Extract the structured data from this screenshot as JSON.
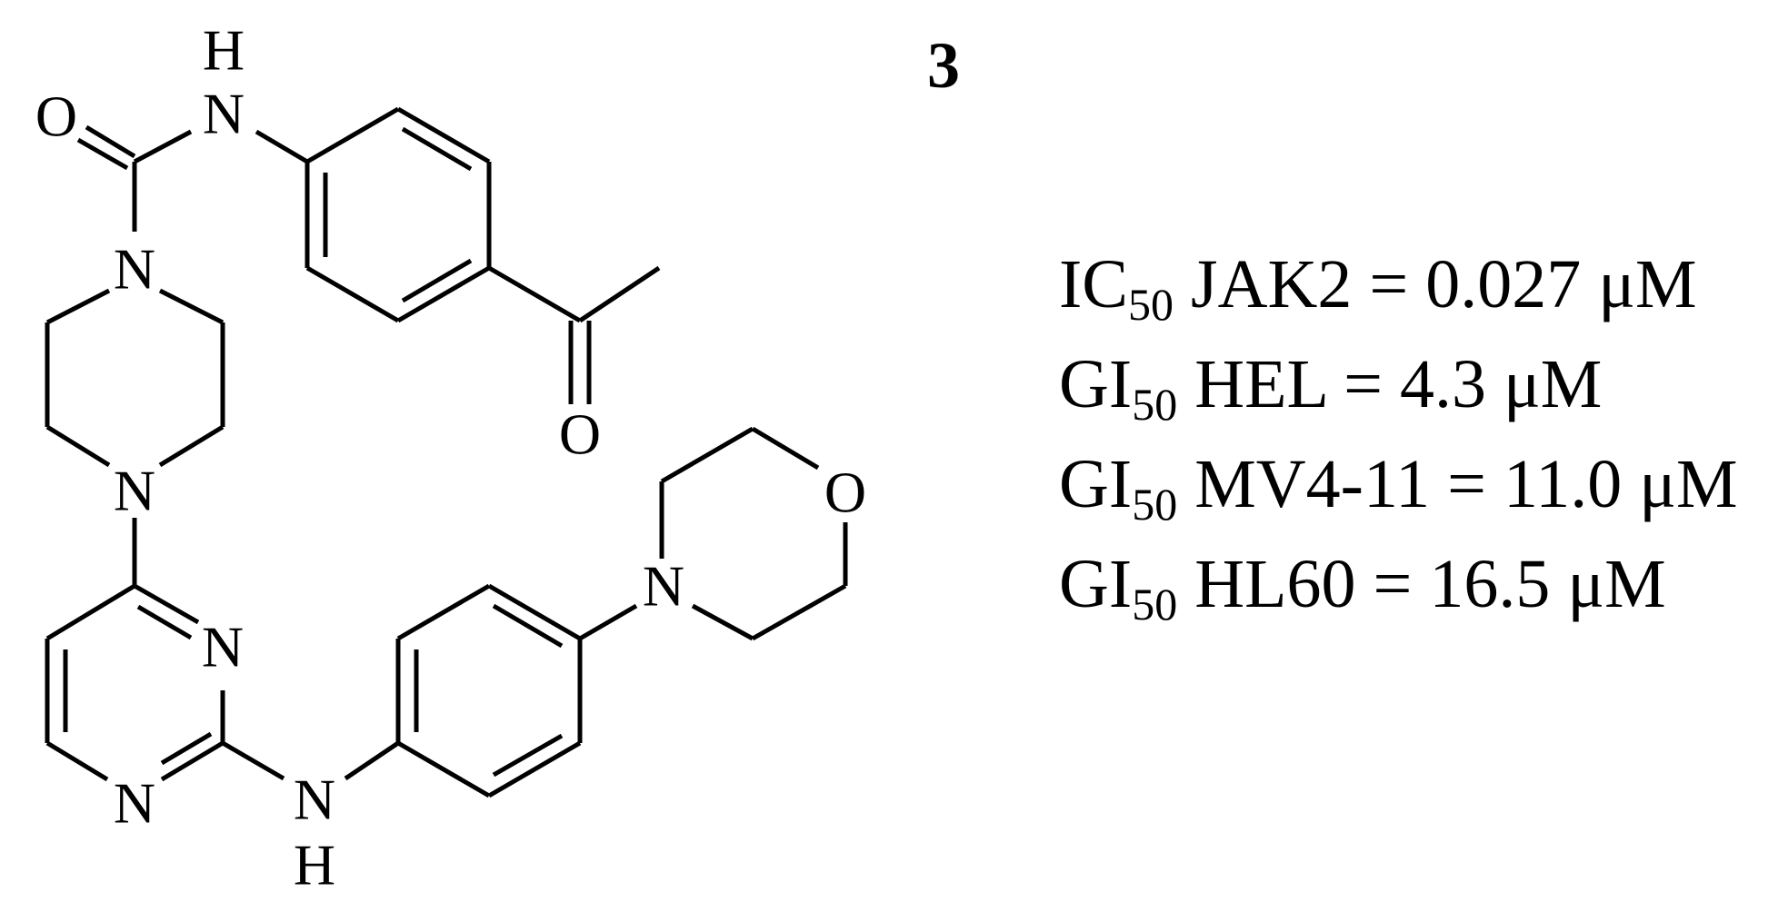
{
  "compound_label": "3",
  "atoms": {
    "amide_h": "H",
    "amide_n": "N",
    "carbonyl_o": "O",
    "ketone_o": "O",
    "piperazine_n_top": "N",
    "piperazine_n_bottom": "N",
    "pyrimidine_n_upper": "N",
    "pyrimidine_n_lower": "N",
    "amine_n": "N",
    "amine_h": "H",
    "morpholine_n": "N",
    "morpholine_o": "O"
  },
  "activity": [
    {
      "prefix": "IC",
      "subscript": "50",
      "text": " JAK2 = 0.027 μM"
    },
    {
      "prefix": "GI",
      "subscript": "50",
      "text": " HEL = 4.3 μM"
    },
    {
      "prefix": "GI",
      "subscript": "50",
      "text": " MV4-11 = 11.0 μM"
    },
    {
      "prefix": "GI",
      "subscript": "50",
      "text": " HL60 = 16.5 μM"
    }
  ]
}
